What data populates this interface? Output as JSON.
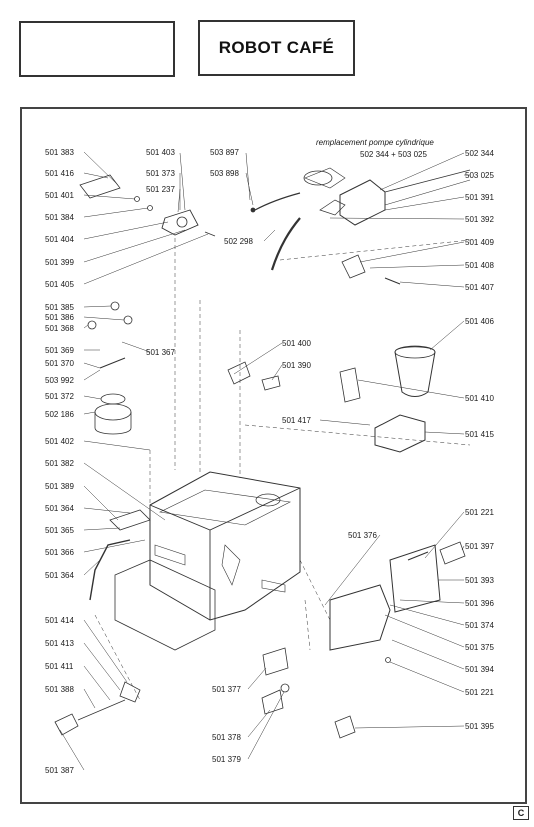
{
  "header": {
    "title": "ROBOT CAFÉ"
  },
  "sheet_mark": "C",
  "replacement_note": {
    "caption": "remplacement pompe cylindrique",
    "parts": "502 344 + 503 025"
  },
  "labels_left": [
    "501 383",
    "501 416",
    "501 401",
    "501 384",
    "501 404",
    "501 399",
    "501 405",
    "501 385",
    "501 386",
    "501 368",
    "501 369",
    "501 370",
    "503 992",
    "501 372",
    "502 186",
    "501 402",
    "501 382",
    "501 389",
    "501 364",
    "501 365",
    "501 366",
    "501 364",
    "501 414",
    "501 413",
    "501 411",
    "501 388",
    "501 387"
  ],
  "labels_center": [
    "501 403",
    "501 373",
    "501 237",
    "503 897",
    "503 898",
    "502 298",
    "501 367",
    "501 400",
    "501 390",
    "501 417",
    "501 376",
    "501 377",
    "501 378",
    "501 379"
  ],
  "labels_right": [
    "502 344",
    "503 025",
    "501 391",
    "501 392",
    "501 409",
    "501 408",
    "501 407",
    "501 406",
    "501 410",
    "501 415",
    "501 221",
    "501 397",
    "501 393",
    "501 396",
    "501 374",
    "501 375",
    "501 394",
    "501 221",
    "501 395"
  ]
}
